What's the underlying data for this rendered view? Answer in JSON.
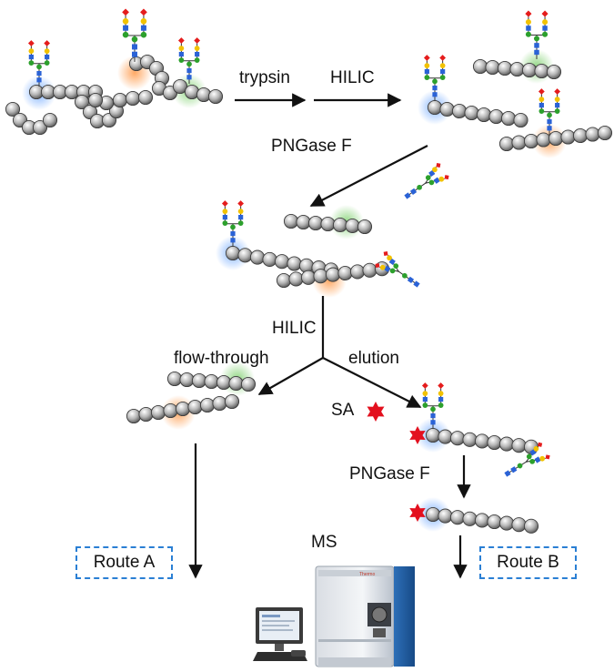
{
  "labels": {
    "trypsin": "trypsin",
    "hilic_top": "HILIC",
    "pngase_top": "PNGase F",
    "hilic_mid": "HILIC",
    "flow_through": "flow-through",
    "elution": "elution",
    "sa": "SA",
    "pngase_bottom": "PNGase F",
    "ms": "MS",
    "route_a": "Route A",
    "route_b": "Route B"
  },
  "colors": {
    "bead": "#9c9c9c",
    "glow_blue": "#6fa8ff",
    "glow_orange": "#ff9a4a",
    "glow_green": "#7fd06f",
    "glycan_blue": "#2a62d6",
    "glycan_green": "#2ca02c",
    "glycan_yellow": "#f2c200",
    "glycan_purple": "#9b2fb5",
    "glycan_red": "#e51c1c",
    "star": "#e3101e",
    "route_border": "#2a7fd4"
  },
  "icons": {
    "sa_marker": "red-star-icon",
    "instrument": "mass-spectrometer-icon",
    "computer": "computer-workstation-icon"
  }
}
